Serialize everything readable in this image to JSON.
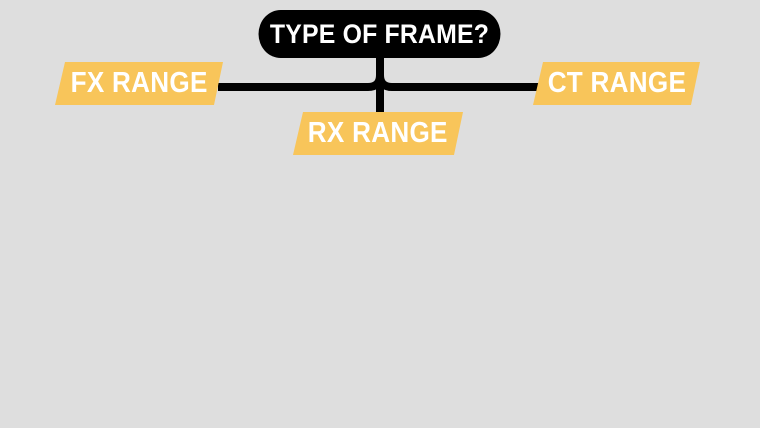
{
  "diagram": {
    "title": "TYPE OF FRAME?",
    "options": [
      {
        "id": "fx",
        "label": "FX RANGE",
        "position": "left"
      },
      {
        "id": "rx",
        "label": "RX RANGE",
        "position": "center"
      },
      {
        "id": "ct",
        "label": "CT RANGE",
        "position": "right"
      }
    ]
  },
  "colors": {
    "background": "#dedede",
    "title_bg": "#000000",
    "title_text": "#ffffff",
    "option_bg": "#f8c55a",
    "option_text": "#ffffff",
    "connector": "#000000"
  }
}
